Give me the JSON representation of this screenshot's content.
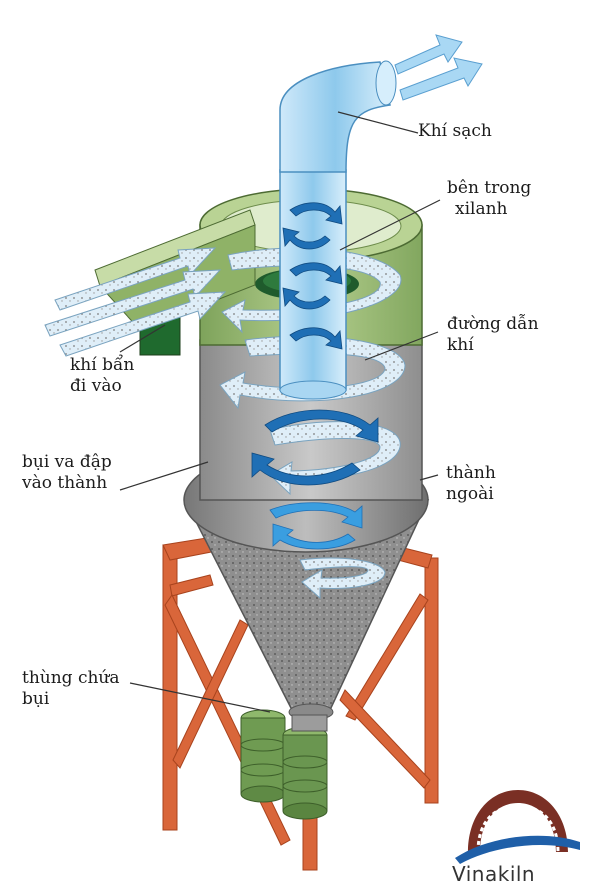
{
  "labels": {
    "clean_air": "Khí sạch",
    "inner_cylinder_line1": "bên trong",
    "inner_cylinder_line2": "xilanh",
    "gas_path_line1": "đường dẫn",
    "gas_path_line2": "khí",
    "dirty_air_line1": "khí bẩn",
    "dirty_air_line2": "đi vào",
    "dust_impact_line1": "bụi va đập",
    "dust_impact_line2": "vào thành",
    "outer_wall_line1": "thành",
    "outer_wall_line2": "ngoài",
    "dust_bin_line1": "thùng chứa",
    "dust_bin_line2": "bụi"
  },
  "logo": {
    "text": "Vinakiln"
  },
  "colors": {
    "frame": "#d9663a",
    "cyclone_top": "#8fb267",
    "cyclone_body": "#9c9c9c",
    "airflow": "#8ec9ec",
    "vortex": "#1f6fb5",
    "bins": "#6f9b52"
  }
}
